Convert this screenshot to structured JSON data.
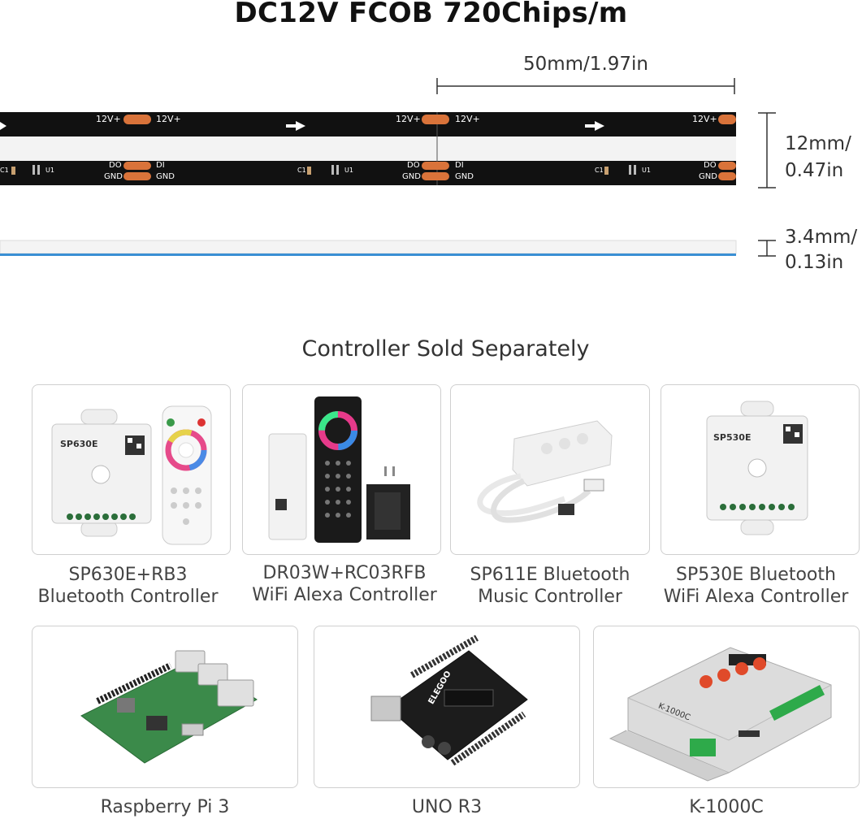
{
  "title": "DC12V FCOB 720Chips/m",
  "dimensions": {
    "length": "50mm/1.97in",
    "width_line1": "12mm/",
    "width_line2": "0.47in",
    "thickness_line1": "3.4mm/",
    "thickness_line2": "0.13in"
  },
  "strip_labels": {
    "v_plus": "12V+",
    "do": "DO",
    "di": "DI",
    "gnd": "GND",
    "c1": "C1",
    "u1": "U1"
  },
  "section_heading": "Controller Sold Separately",
  "products": [
    {
      "line1": "SP630E+RB3",
      "line2": "Bluetooth Controller",
      "device_text": "SP630E"
    },
    {
      "line1": "DR03W+RC03RFB",
      "line2": "WiFi Alexa Controller"
    },
    {
      "line1": "SP611E Bluetooth",
      "line2": "Music Controller"
    },
    {
      "line1": "SP530E Bluetooth",
      "line2": "WiFi Alexa Controller",
      "device_text": "SP530E"
    },
    {
      "line1": "Raspberry Pi 3"
    },
    {
      "line1": "UNO R3",
      "device_text": "ELEGOO"
    },
    {
      "line1": "K-1000C",
      "device_text": "K-1000C"
    }
  ]
}
